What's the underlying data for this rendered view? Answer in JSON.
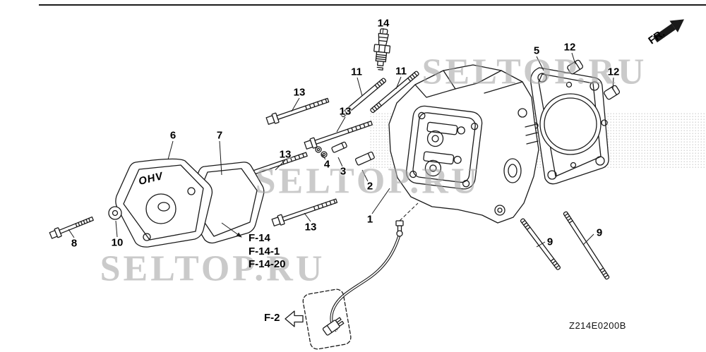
{
  "page": {
    "fr_label": "FR.",
    "diagram_code": "Z214E0200B",
    "cover_text": "OHV",
    "colors": {
      "line": "#1a1a1a",
      "watermark": "#a8a8a8",
      "shading": "#cbcbcb",
      "background": "#ffffff"
    }
  },
  "watermarks": [
    {
      "text": "SELTOP.RU"
    },
    {
      "text": "SELTOP.RU"
    },
    {
      "text": "SELTOP.RU"
    }
  ],
  "part_labels": [
    {
      "num": "14"
    },
    {
      "num": "5"
    },
    {
      "num": "12"
    },
    {
      "num": "12"
    },
    {
      "num": "11"
    },
    {
      "num": "11"
    },
    {
      "num": "13"
    },
    {
      "num": "13"
    },
    {
      "num": "13"
    },
    {
      "num": "13"
    },
    {
      "num": "6"
    },
    {
      "num": "7"
    },
    {
      "num": "4"
    },
    {
      "num": "3"
    },
    {
      "num": "2"
    },
    {
      "num": "1"
    },
    {
      "num": "8"
    },
    {
      "num": "10"
    },
    {
      "num": "9"
    },
    {
      "num": "9"
    }
  ],
  "ref_labels": [
    {
      "text": "F-14"
    },
    {
      "text": "F-14-1"
    },
    {
      "text": "F-14-20"
    },
    {
      "text": "F-2"
    }
  ]
}
